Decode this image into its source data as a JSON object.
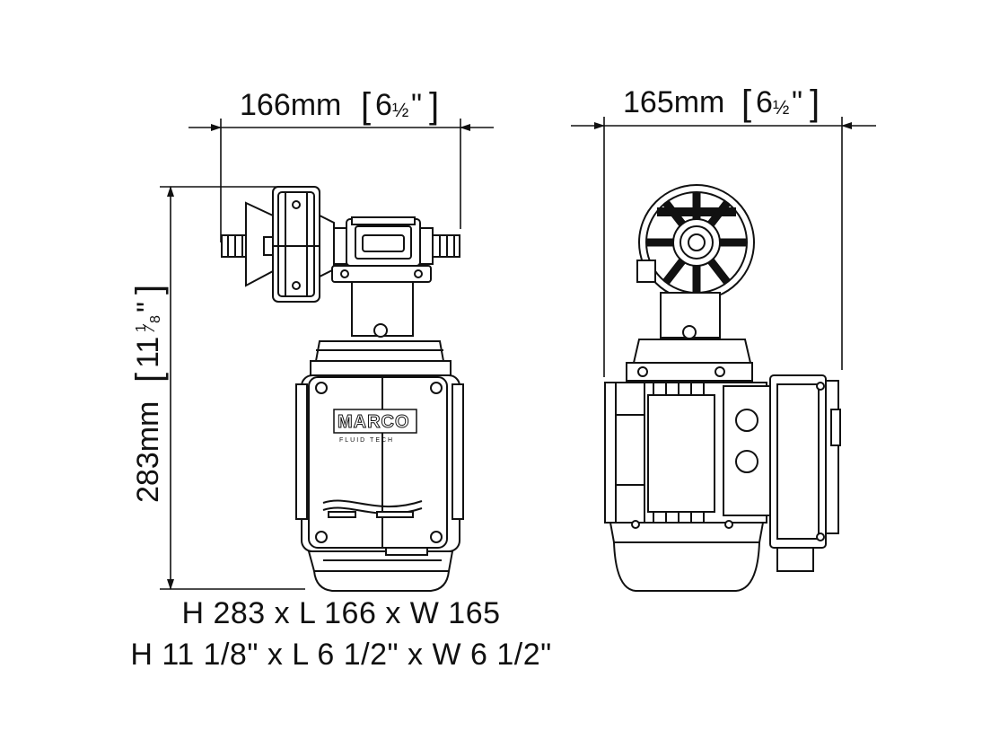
{
  "dimensions": {
    "length": {
      "metric": "166mm",
      "imperial_whole": "6",
      "imperial_frac": "½",
      "imperial_unit": "\""
    },
    "width": {
      "metric": "165mm",
      "imperial_whole": "6",
      "imperial_frac": "½",
      "imperial_unit": "\""
    },
    "height": {
      "metric": "283mm",
      "imperial_whole": "11",
      "imperial_frac_num": "1",
      "imperial_frac_den": "8",
      "imperial_unit": "\""
    }
  },
  "logo": {
    "brand": "MARCO",
    "sub": "FLUID TECH"
  },
  "footer": {
    "metric_line": "H 283 x L 166 x W 165",
    "imperial_line": "H 11 1/8\" x L 6 1/2\" x W 6 1/2\""
  }
}
